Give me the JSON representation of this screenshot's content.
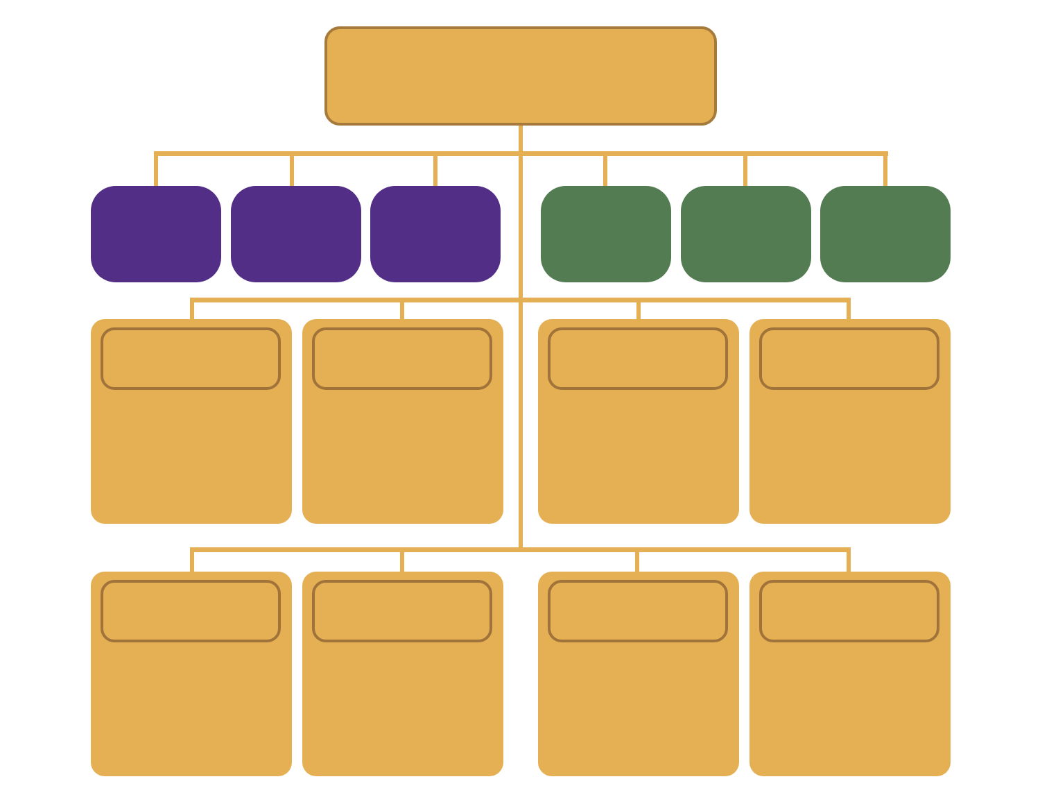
{
  "colors": {
    "gold": "#E5AF53",
    "gold_border": "#A57A3A",
    "purple": "#522E87",
    "green": "#547C53"
  },
  "structure": {
    "root_count": 1,
    "purple_nodes": 3,
    "green_nodes": 3,
    "card_rows": 2,
    "cards_per_row": 4
  }
}
